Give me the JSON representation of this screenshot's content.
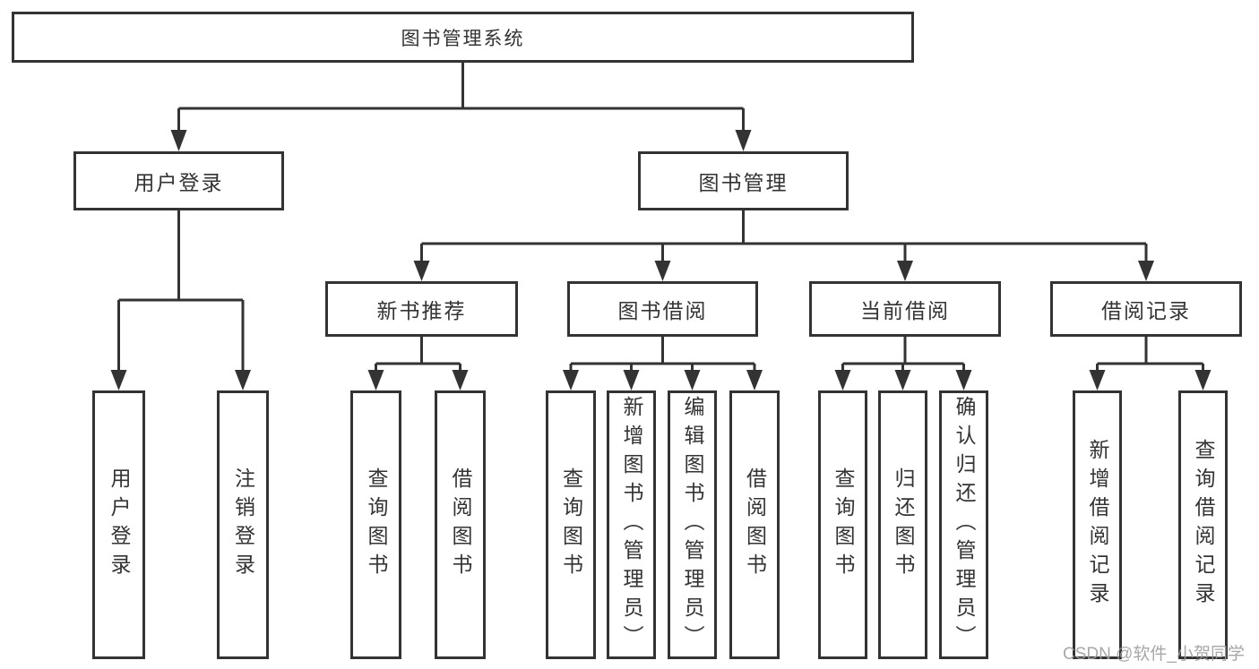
{
  "diagram": {
    "type": "hierarchy",
    "title": "图书管理系统",
    "nodes": {
      "root": {
        "label": "图书管理系统"
      },
      "level2": [
        {
          "label": "用户登录",
          "parent": "图书管理系统"
        },
        {
          "label": "图书管理",
          "parent": "图书管理系统"
        }
      ],
      "level3": [
        {
          "label": "新书推荐",
          "parent": "图书管理"
        },
        {
          "label": "图书借阅",
          "parent": "图书管理"
        },
        {
          "label": "当前借阅",
          "parent": "图书管理"
        },
        {
          "label": "借阅记录",
          "parent": "图书管理"
        }
      ],
      "leaves": [
        {
          "label": "用户登录",
          "parent": "用户登录"
        },
        {
          "label": "注销登录",
          "parent": "用户登录"
        },
        {
          "label": "查询图书",
          "parent": "新书推荐"
        },
        {
          "label": "借阅图书",
          "parent": "新书推荐"
        },
        {
          "label": "查询图书",
          "parent": "图书借阅"
        },
        {
          "label": "新增图书（管理员）",
          "parent": "图书借阅"
        },
        {
          "label": "编辑图书（管理员）",
          "parent": "图书借阅"
        },
        {
          "label": "借阅图书",
          "parent": "图书借阅"
        },
        {
          "label": "查询图书",
          "parent": "当前借阅"
        },
        {
          "label": "归还图书",
          "parent": "当前借阅"
        },
        {
          "label": "确认归还（管理员）",
          "parent": "当前借阅"
        },
        {
          "label": "新增借阅记录",
          "parent": "借阅记录"
        },
        {
          "label": "查询借阅记录",
          "parent": "借阅记录"
        }
      ]
    },
    "colors": {
      "line": "#333333",
      "box_border": "#333333",
      "box_fill": "#ffffff",
      "text": "#333333",
      "watermark_text": "#9e9e9e",
      "background": "#ffffff"
    }
  },
  "watermark": "CSDN @软件_小贺同学"
}
